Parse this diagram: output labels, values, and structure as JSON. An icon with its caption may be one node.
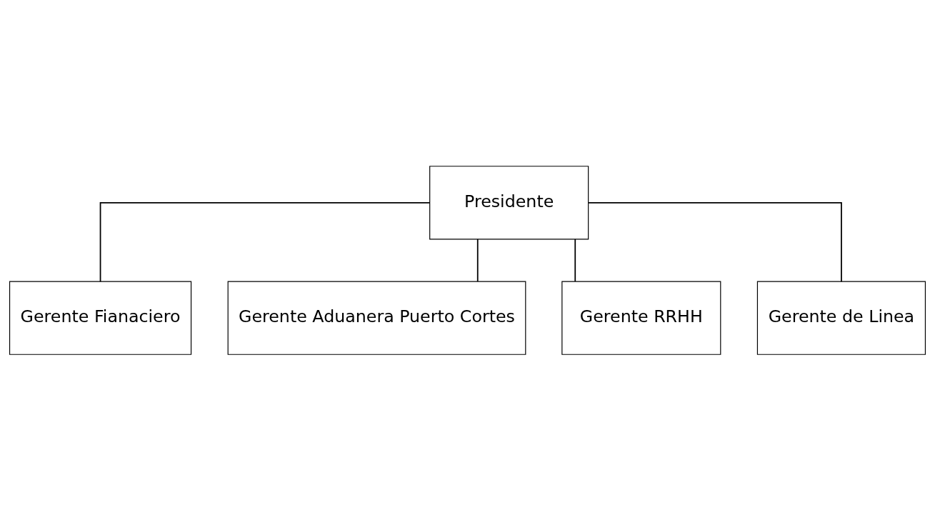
{
  "diagram": {
    "nodes": [
      {
        "text": [
          "Presidente"
        ]
      },
      {
        "text": [
          "Gerente Fianaciero"
        ]
      },
      {
        "text": [
          "Gerente Aduanera Puerto Cortes"
        ]
      },
      {
        "text": [
          "Gerente RRHH"
        ]
      },
      {
        "text": [
          "Gerente de Linea"
        ]
      }
    ],
    "edges": [
      {
        "from": 0,
        "to": 1,
        "arrow": "none"
      },
      {
        "from": 0,
        "to": 2,
        "arrow": "none"
      },
      {
        "from": 0,
        "to": 3,
        "arrow": "none"
      },
      {
        "from": 0,
        "to": 4,
        "arrow": "none"
      }
    ]
  }
}
